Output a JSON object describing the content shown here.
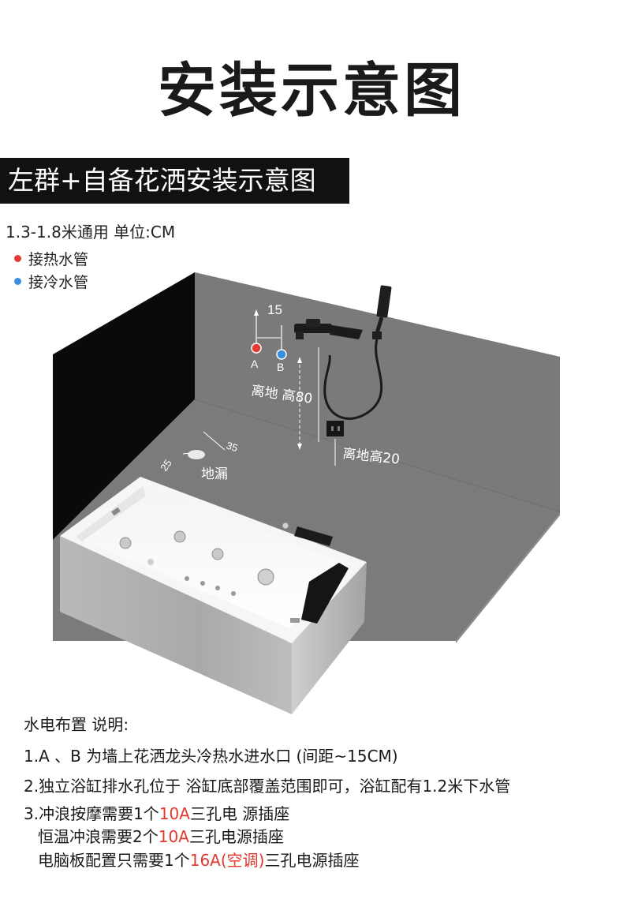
{
  "title": "安装示意图",
  "banner": "左群+自备花洒安装示意图",
  "subtitle": "1.3-1.8米通用  单位:CM",
  "legend": [
    {
      "label": "接热水管",
      "color": "#e53935"
    },
    {
      "label": "接冷水管",
      "color": "#3b8de0"
    }
  ],
  "diagram": {
    "spacing": "15",
    "point_a": "A",
    "point_b": "B",
    "height_80": "离地 高80",
    "height_20": "离地高20",
    "dim_35": "35",
    "dim_25": "25",
    "drain": "地漏"
  },
  "notes": {
    "heading": "水电布置 说明:",
    "line1": "1.A 、B  为墙上花洒龙头冷热水进水口 (间距~15CM)",
    "line2": "2.独立浴缸排水孔位于 浴缸底部覆盖范围即可，浴缸配有1.2米下水管",
    "line3_pre": "3.冲浪按摩需要1个",
    "line3_amp": "10A",
    "line3_post": "三孔电 源插座",
    "line4_pre": "恒温冲浪需要2个",
    "line4_amp": "10A",
    "line4_post": "三孔电源插座",
    "line5_pre": "电脑板配置只需要1个",
    "line5_amp": "16A(空调)",
    "line5_post": "三孔电源插座"
  }
}
